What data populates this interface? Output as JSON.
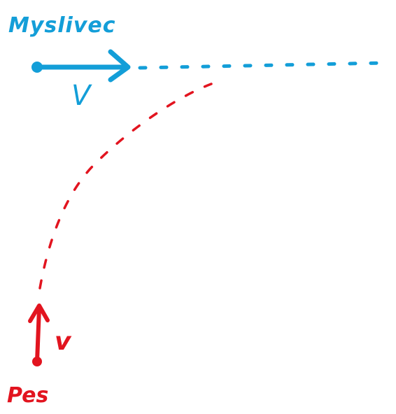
{
  "colors": {
    "hunter": "#139ed8",
    "dog": "#e2141f",
    "background": "#ffffff"
  },
  "labels": {
    "hunter_name": "Myslivec",
    "hunter_velocity": "V",
    "dog_name": "Pes",
    "dog_velocity": "v"
  }
}
